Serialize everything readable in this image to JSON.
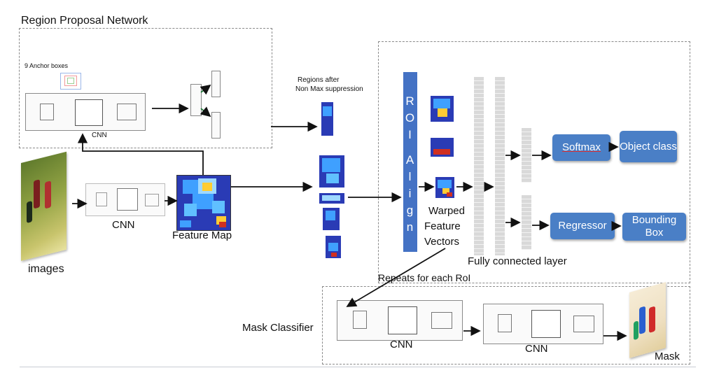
{
  "rpn": {
    "title": "Region Proposal Network",
    "anchor_label": "9 Anchor boxes",
    "cnn_label": "CNN"
  },
  "input": {
    "images_label": "images",
    "cnn_label": "CNN",
    "feature_map_label": "Feature Map"
  },
  "regions": {
    "label_line1": "Regions after",
    "label_line2": "Non Max suppression"
  },
  "roi": {
    "letters": [
      "R",
      "O",
      "I",
      "A",
      "l",
      "i",
      "g",
      "n"
    ]
  },
  "warped": {
    "line1": "Warped",
    "line2": "Feature",
    "line3": "Vectors"
  },
  "fc": {
    "label": "Fully connected layer"
  },
  "heads": {
    "softmax": "Softmax",
    "object_class": "Object class",
    "regressor": "Regressor",
    "bounding_box": "Bounding Box"
  },
  "mask": {
    "repeats_label": "Repeats for each RoI",
    "classifier_label": "Mask Classifier",
    "cnn1": "CNN",
    "cnn2": "CNN",
    "mask_label": "Mask"
  },
  "colors": {
    "box_blue": "#4a7fc6",
    "roi_blue": "#4472c4",
    "heat_dark": "#1a2f9e",
    "heat_mid": "#3fa0ff",
    "heat_warm": "#ffcc33",
    "heat_red": "#d03020"
  }
}
